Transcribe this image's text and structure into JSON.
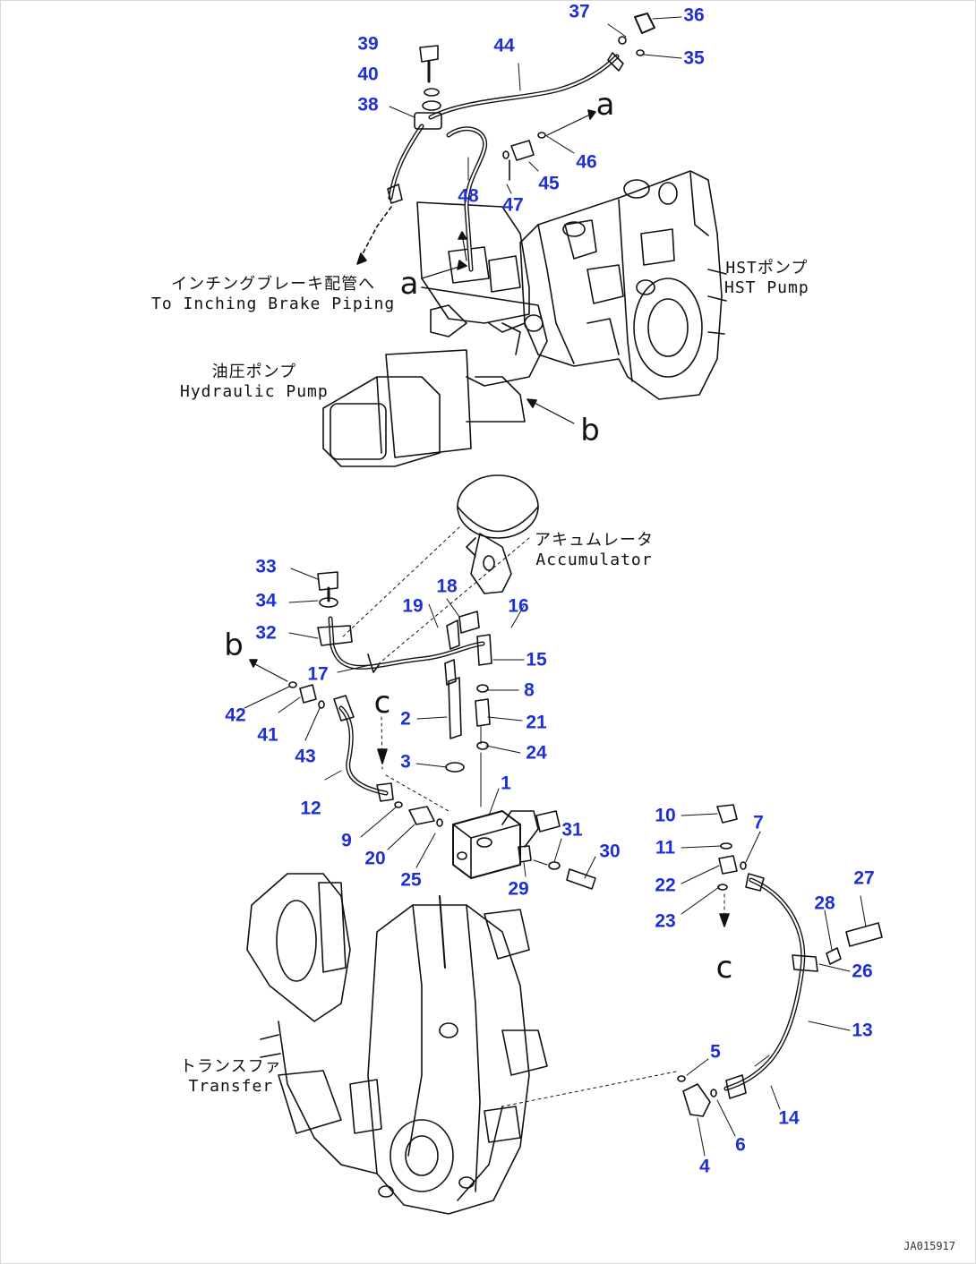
{
  "labels": {
    "inching_jp": "インチングブレーキ配管へ",
    "inching_en": "To Inching Brake Piping",
    "hst_jp": "HSTポンプ",
    "hst_en": "HST Pump",
    "hyd_jp": "油圧ポンプ",
    "hyd_en": "Hydraulic Pump",
    "acc_jp": "アキュムレータ",
    "acc_en": "Accumulator",
    "transfer_jp": "トランスファ",
    "transfer_en": "Transfer"
  },
  "references": {
    "a": "a",
    "b": "b",
    "c": "c"
  },
  "parts": [
    "1",
    "2",
    "3",
    "4",
    "5",
    "6",
    "7",
    "8",
    "9",
    "10",
    "11",
    "12",
    "13",
    "14",
    "15",
    "16",
    "17",
    "18",
    "19",
    "20",
    "21",
    "22",
    "23",
    "24",
    "25",
    "26",
    "27",
    "28",
    "29",
    "30",
    "31",
    "32",
    "33",
    "34",
    "35",
    "36",
    "37",
    "38",
    "39",
    "40",
    "41",
    "42",
    "43",
    "44",
    "45",
    "46",
    "47",
    "48"
  ],
  "drawing_code": "JA015917",
  "colors": {
    "callout": "#1f2fd8",
    "linework": "#111111"
  }
}
